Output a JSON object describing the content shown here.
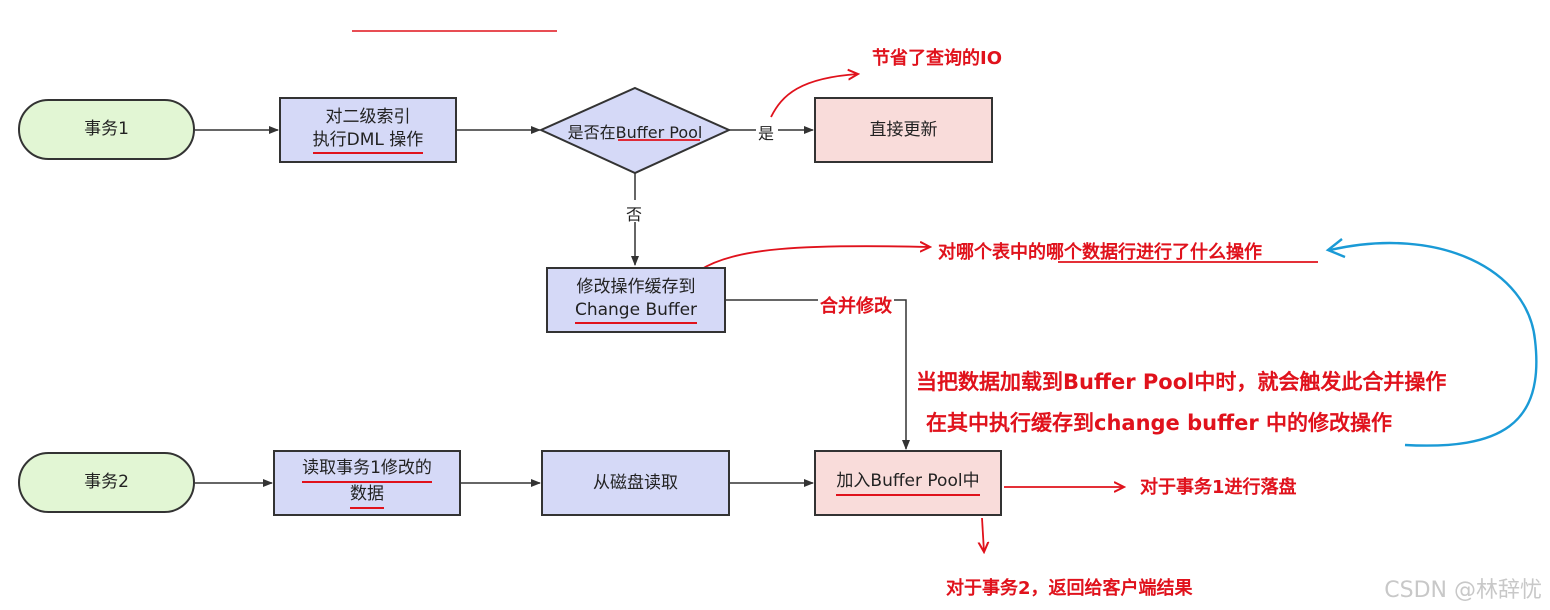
{
  "nodes": {
    "tx1": "事务1",
    "dml_line1": "对二级索引",
    "dml_line2": "执行DML 操作",
    "decision": "是否在Buffer Pool",
    "direct_update": "直接更新",
    "cache_line1": "修改操作缓存到",
    "cache_line2": "Change Buffer",
    "tx2": "事务2",
    "read_line1": "读取事务1修改的",
    "read_line2": "数据",
    "disk_read": "从磁盘读取",
    "join_pool": "加入Buffer Pool中"
  },
  "edge_labels": {
    "yes": "是",
    "no": "否"
  },
  "annotations": {
    "save_io": "节省了查询的IO",
    "which_row": "对哪个表中的哪个数据行进行了什么操作",
    "merge": "合并修改",
    "load_trigger": "当把数据加载到Buffer Pool中时，就会触发此合并操作",
    "exec_cached": "在其中执行缓存到change buffer 中的修改操作",
    "flush_tx1": "对于事务1进行落盘",
    "return_tx2": "对于事务2，返回给客户端结果"
  },
  "watermark": "CSDN @林辞忧",
  "colors": {
    "start_fill": "#e2f6d4",
    "process_fill": "#d5d9f7",
    "highlight_fill": "#f9dcda",
    "annotation_red": "#e0121c",
    "loop_blue": "#1a9ad6"
  }
}
